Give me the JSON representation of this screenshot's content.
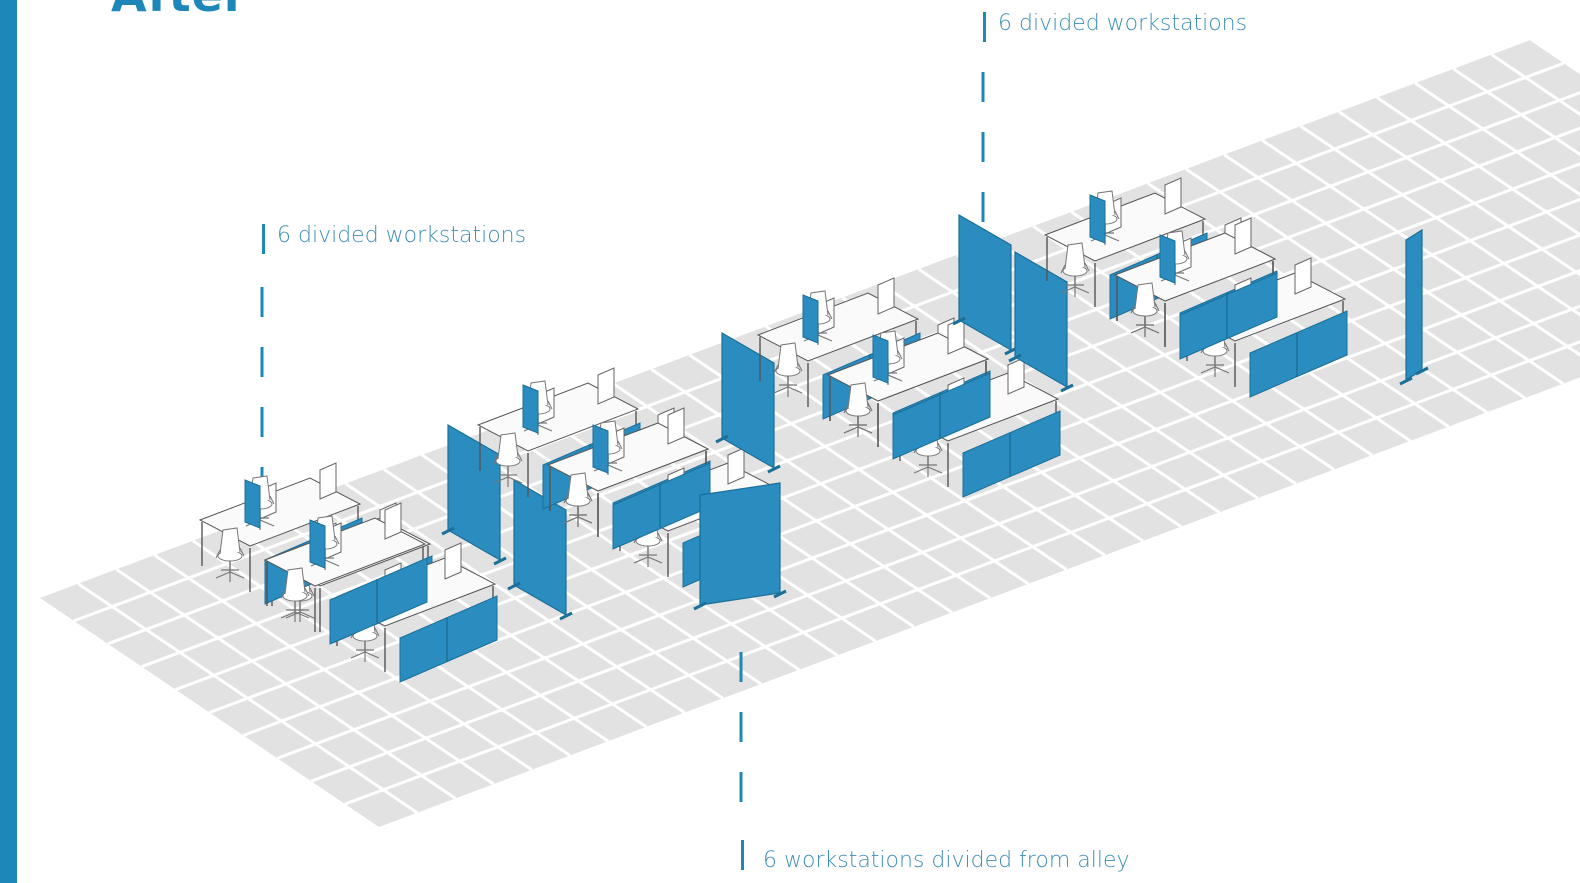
{
  "title": "After",
  "colors": {
    "accent": "#1e87b9",
    "panel": "#2a8cbf",
    "panel_edge": "#1b6f99",
    "floor": "#e2e2e2",
    "grid_line": "#ffffff",
    "label_text": "#3e8fb8"
  },
  "callouts": {
    "top_right": "6 divided workstations",
    "left": "6 divided workstations",
    "bottom": "6 workstations divided from alley"
  },
  "icons": {
    "desk": "workstation-desk-icon",
    "chair": "office-chair-icon",
    "divider": "privacy-screen-icon",
    "free_screen": "freestanding-screen-icon"
  }
}
